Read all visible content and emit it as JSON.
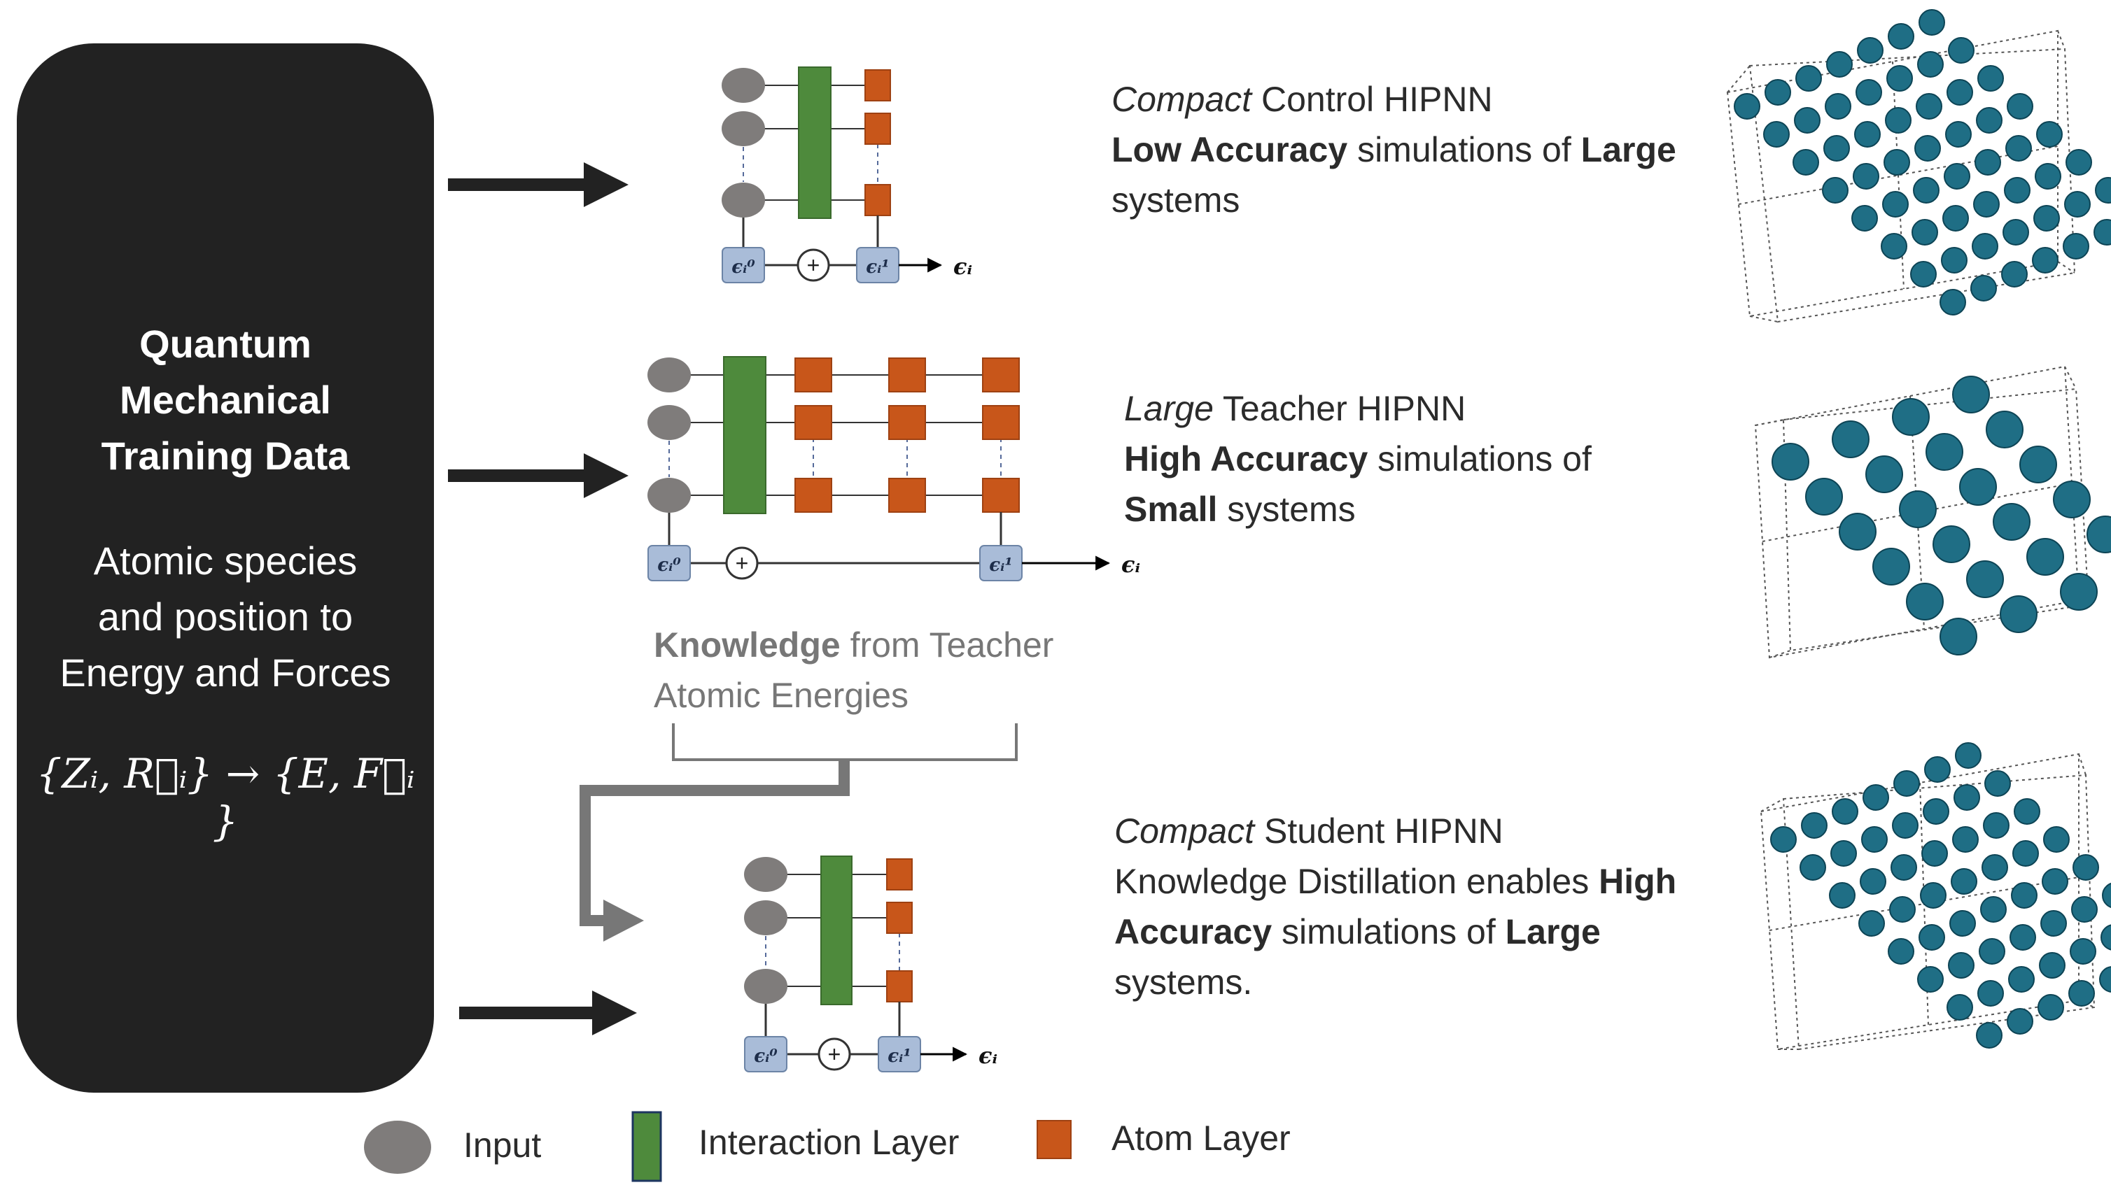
{
  "panel": {
    "title_lines": [
      "Quantum",
      "Mechanical",
      "Training Data"
    ],
    "subtitle_lines": [
      "Atomic species",
      "and position to",
      "Energy and Forces"
    ],
    "math": "{Zᵢ, R⃗ᵢ} → {E, F⃗ᵢ }"
  },
  "models": [
    {
      "name_italic": "Compact",
      "name_rest": " Control HIPNN",
      "line2_parts": [
        {
          "t": "Low Accuracy",
          "b": true
        },
        {
          "t": " simulations of ",
          "b": false
        },
        {
          "t": "Large",
          "b": true
        }
      ],
      "line3_parts": [
        {
          "t": "systems",
          "b": false
        }
      ],
      "line4_parts": []
    },
    {
      "name_italic": "Large",
      "name_rest": " Teacher HIPNN",
      "line2_parts": [
        {
          "t": "High Accuracy",
          "b": true
        },
        {
          "t": " simulations of",
          "b": false
        }
      ],
      "line3_parts": [
        {
          "t": "Small",
          "b": true
        },
        {
          "t": " systems",
          "b": false
        }
      ],
      "line4_parts": []
    },
    {
      "name_italic": "Compact",
      "name_rest": " Student HIPNN",
      "line2_parts": [
        {
          "t": "Knowledge Distillation enables ",
          "b": false
        },
        {
          "t": "High",
          "b": true
        }
      ],
      "line3_parts": [
        {
          "t": "Accuracy",
          "b": true
        },
        {
          "t": " simulations of ",
          "b": false
        },
        {
          "t": "Large",
          "b": true
        }
      ],
      "line4_parts": [
        {
          "t": "systems.",
          "b": false
        }
      ]
    }
  ],
  "knowledge": {
    "bold": "Knowledge",
    "rest": " from Teacher",
    "line2": "Atomic Energies"
  },
  "network_labels": {
    "plus": "+",
    "eps0": "ϵᵢ⁰",
    "eps1": "ϵᵢ¹",
    "output": "ϵᵢ"
  },
  "legend": {
    "input": "Input",
    "interaction": "Interaction Layer",
    "atom": "Atom Layer"
  },
  "colors": {
    "panel": "#222222",
    "input": "#7f7c7b",
    "interaction": "#4e8a3c",
    "interaction_border": "#3a6a2c",
    "atom": "#c8561a",
    "atom_border": "#9e4112",
    "energy_box": "#a9bcd8",
    "atom_sphere": "#1f6e85",
    "arrow": "#222222",
    "knowledge_arrow": "#777777"
  }
}
